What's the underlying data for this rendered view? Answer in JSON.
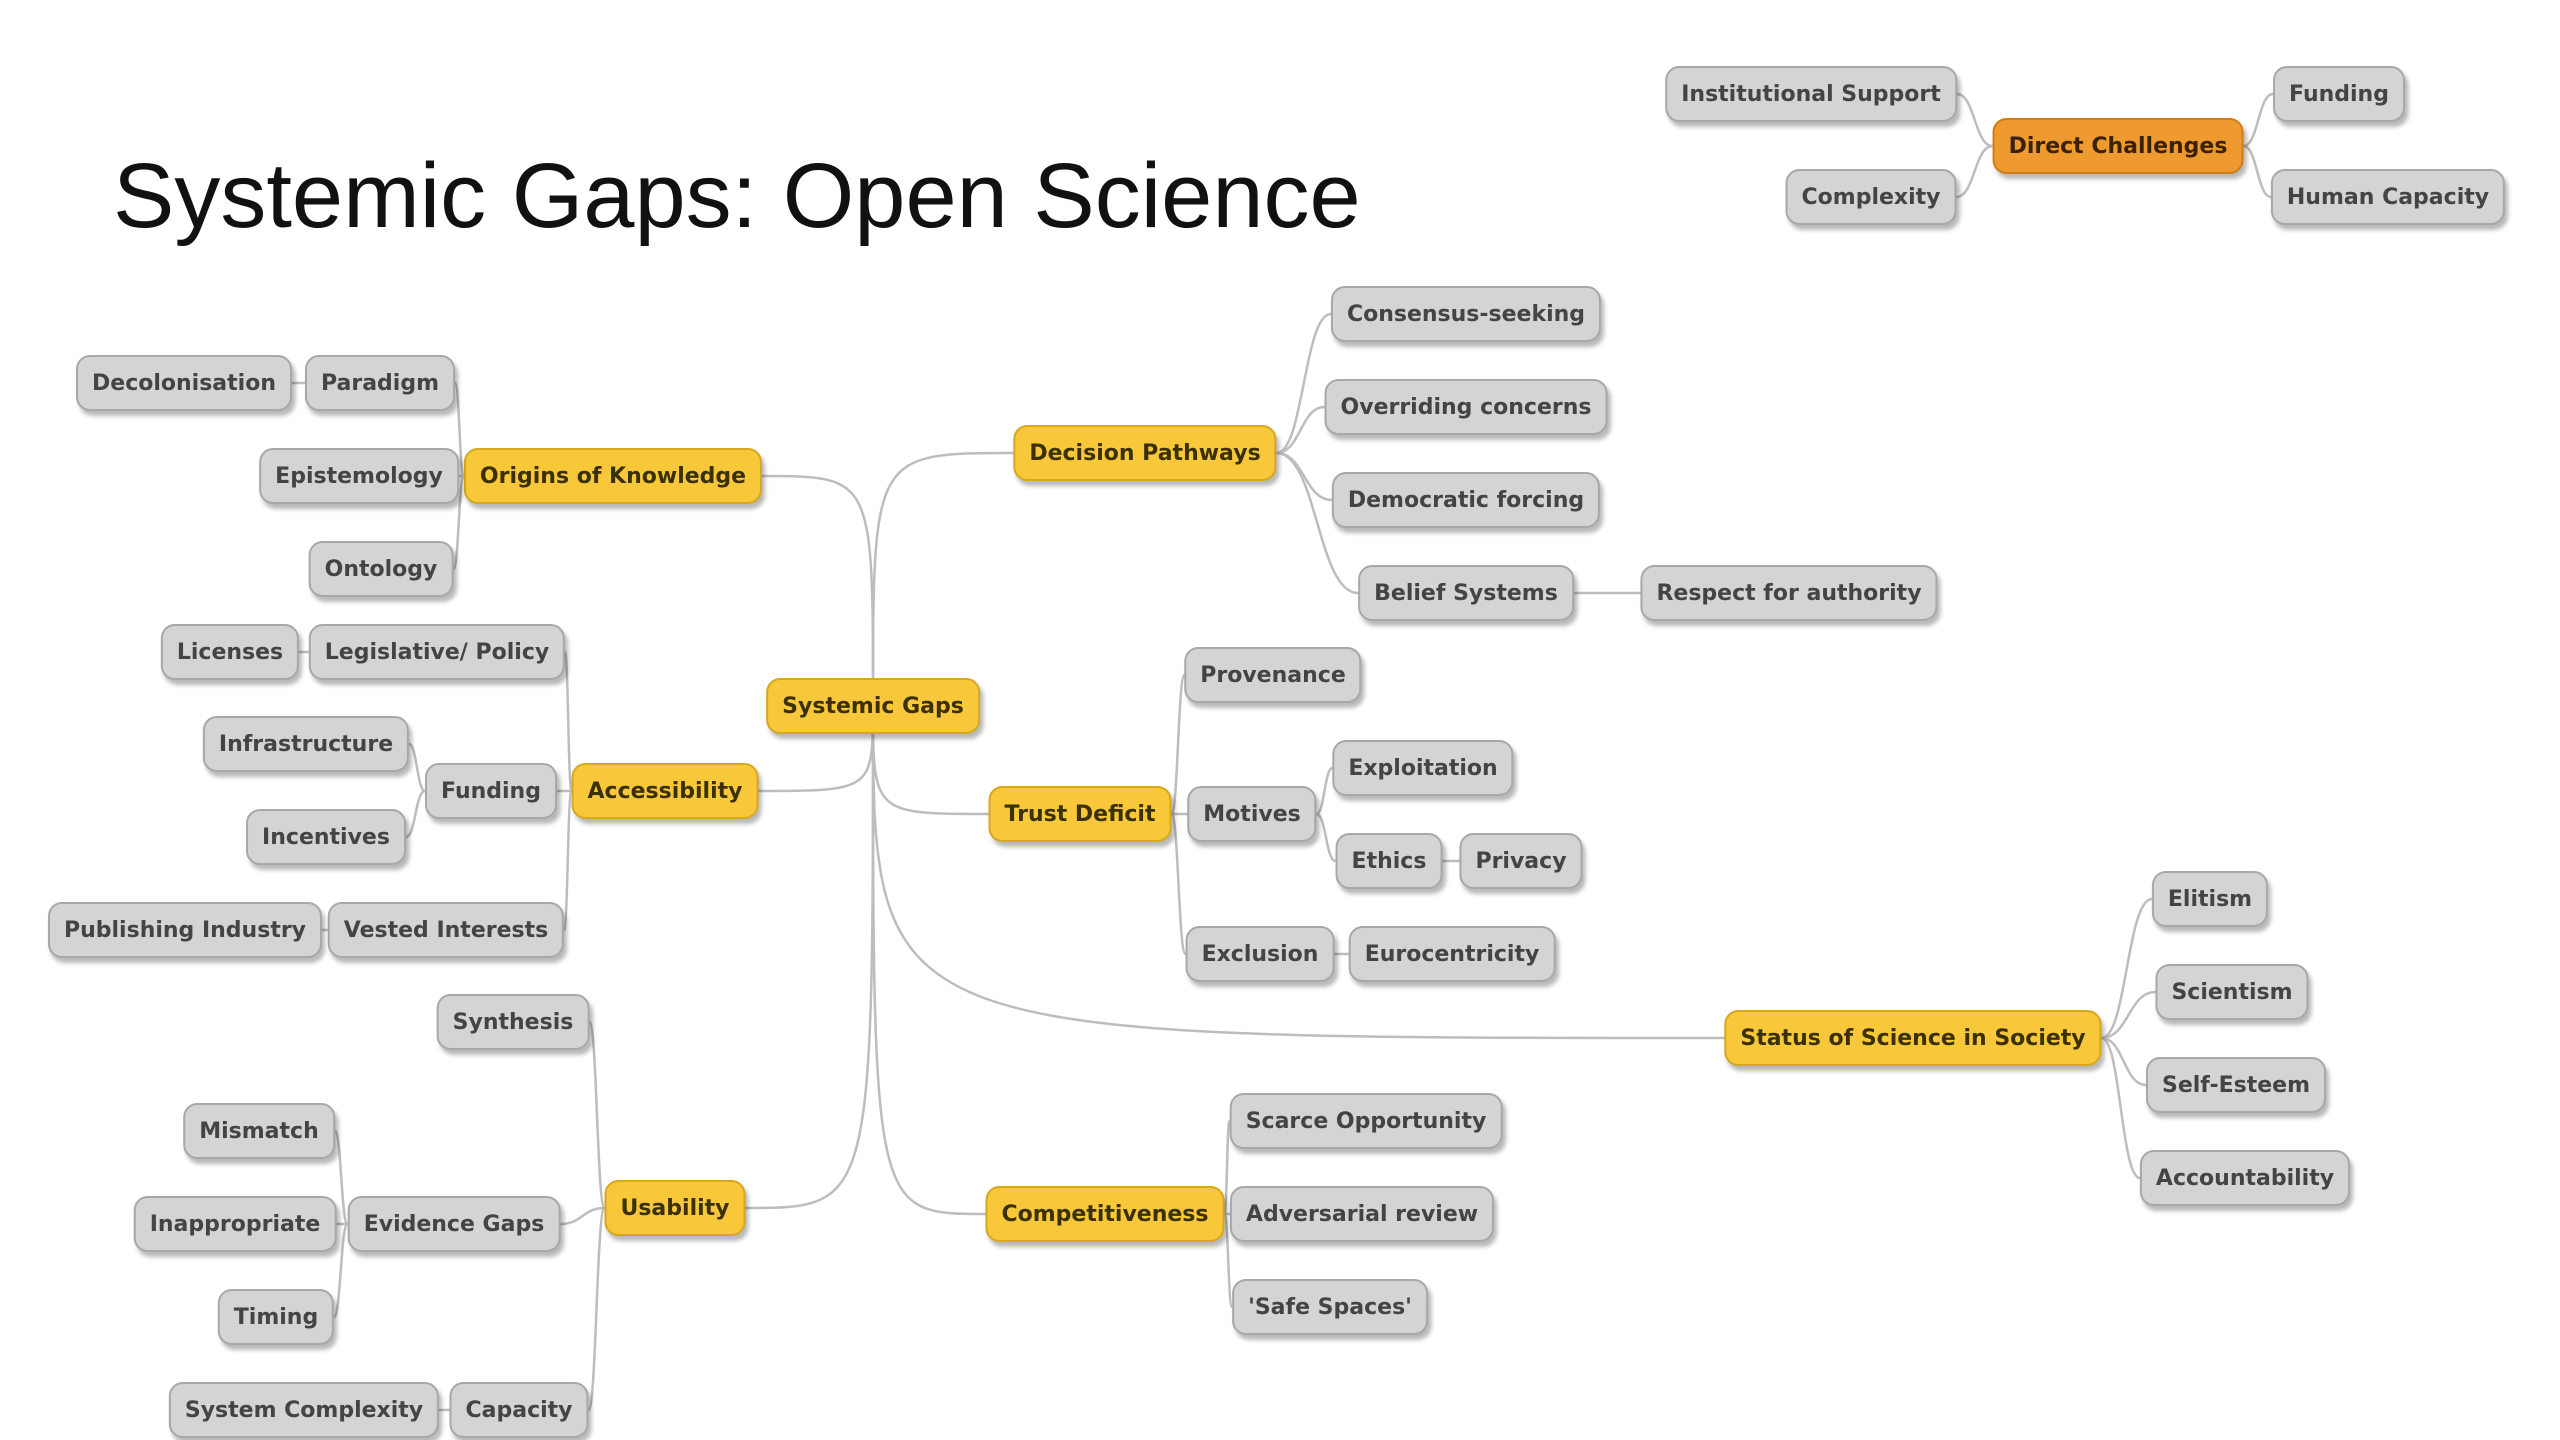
{
  "title": "Systemic Gaps: Open Science",
  "colors": {
    "branch": "#f8c83a",
    "highlight": "#ef9a2f",
    "leaf": "#d4d4d4",
    "connector": "#bdbdbd"
  },
  "direct_challenges": {
    "label": "Direct Challenges",
    "items": [
      "Institutional Support",
      "Complexity",
      "Funding",
      "Human Capacity"
    ]
  },
  "mindmap": {
    "root": "Systemic Gaps",
    "branches": {
      "origins": {
        "label": "Origins of Knowledge",
        "paradigm": "Paradigm",
        "decolonisation": "Decolonisation",
        "epistemology": "Epistemology",
        "ontology": "Ontology"
      },
      "accessibility": {
        "label": "Accessibility",
        "legislative": "Legislative/ Policy",
        "licenses": "Licenses",
        "funding": "Funding",
        "infrastructure": "Infrastructure",
        "incentives": "Incentives",
        "vested": "Vested Interests",
        "publishing": "Publishing Industry"
      },
      "usability": {
        "label": "Usability",
        "synthesis": "Synthesis",
        "evidence_gaps": "Evidence Gaps",
        "mismatch": "Mismatch",
        "inappropriate": "Inappropriate",
        "timing": "Timing",
        "capacity": "Capacity",
        "system_complexity": "System Complexity"
      },
      "decision": {
        "label": "Decision Pathways",
        "consensus": "Consensus-seeking",
        "overriding": "Overriding concerns",
        "democratic": "Democratic forcing",
        "belief": "Belief Systems",
        "respect": "Respect for authority"
      },
      "trust": {
        "label": "Trust Deficit",
        "provenance": "Provenance",
        "motives": "Motives",
        "exploitation": "Exploitation",
        "ethics": "Ethics",
        "privacy": "Privacy",
        "exclusion": "Exclusion",
        "eurocentricity": "Eurocentricity"
      },
      "competitiveness": {
        "label": "Competitiveness",
        "scarce": "Scarce Opportunity",
        "adversarial": "Adversarial review",
        "safe_spaces": "'Safe Spaces'"
      },
      "status": {
        "label": "Status of Science in Society",
        "elitism": "Elitism",
        "scientism": "Scientism",
        "self_esteem": "Self-Esteem",
        "accountability": "Accountability"
      }
    }
  }
}
